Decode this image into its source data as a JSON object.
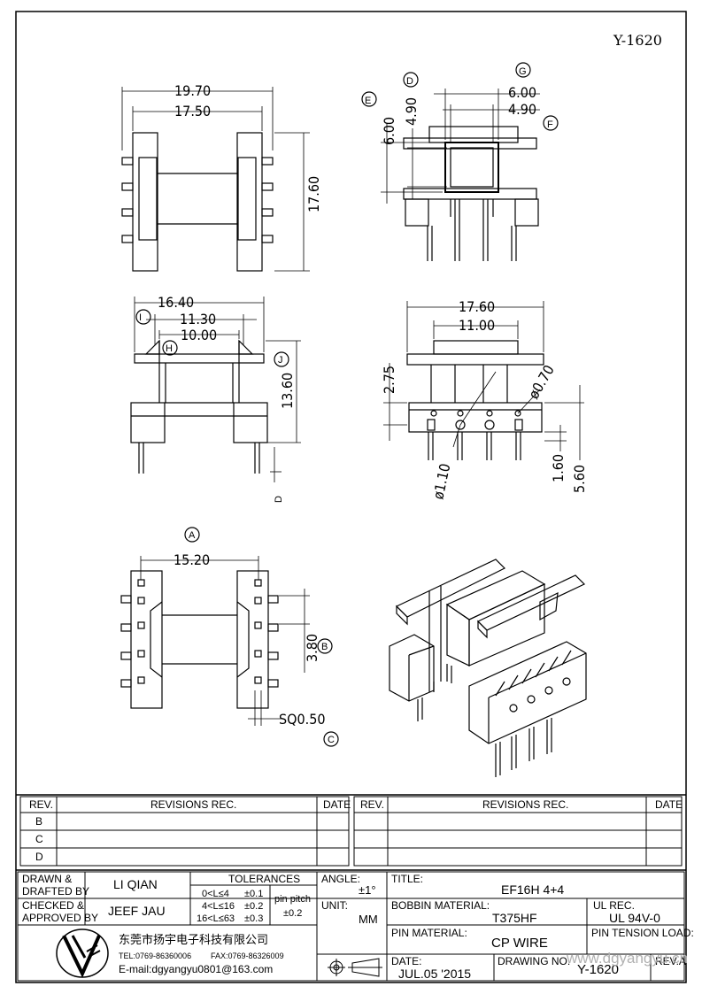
{
  "drawing_code_top": "Y-1620",
  "views": {
    "top": {
      "d1": "19.70",
      "d2": "17.50",
      "d3": "17.60"
    },
    "side": {
      "d1": "6.00",
      "d2": "4.90",
      "d3": "6.00",
      "d4": "4.90",
      "lbl_e": "E",
      "lbl_d": "D",
      "lbl_g": "G",
      "lbl_f": "F"
    },
    "front": {
      "d1": "16.40",
      "d2": "11.30",
      "d3": "10.00",
      "d4": "13.60",
      "lbl_i": "I",
      "lbl_h": "H",
      "lbl_j": "J",
      "lbl_d": "D"
    },
    "end": {
      "d1": "17.60",
      "d2": "11.00",
      "d3": "2.75",
      "d4": "ø0.70",
      "d5": "ø1.10",
      "d6": "1.60",
      "d7": "5.60"
    },
    "bottom": {
      "d1": "15.20",
      "d2": "3.80",
      "d3": "SQ0.50",
      "lbl_a": "A",
      "lbl_b": "B",
      "lbl_c": "C"
    }
  },
  "revisions": {
    "col_rev": "REV.",
    "col_rec": "REVISIONS   REC.",
    "col_date": "DATE",
    "rows": [
      "B",
      "C",
      "D"
    ]
  },
  "title_block": {
    "drawn_label": "DRAWN &",
    "drafted_label": "DRAFTED BY",
    "drawn_by": "LI QIAN",
    "checked_label": "CHECKED &",
    "approved_label": "APPROVED BY",
    "checked_by": "JEEF JAU",
    "tolerances_label": "TOLERANCES",
    "tol1": "0<L≤4",
    "tol1v": "±0.1",
    "tol2": "4<L≤16",
    "tol2v": "±0.2",
    "tol3": "16<L≤63",
    "tol3v": "±0.3",
    "pin_pitch_label": "pin pitch",
    "pin_pitch_value": "±0.2",
    "angle_label": "ANGLE:",
    "angle_value": "±1°",
    "unit_label": "UNIT:",
    "unit_value": "MM",
    "title_label": "TITLE:",
    "title_value": "EF16H  4+4",
    "bobbin_label": "BOBBIN MATERIAL:",
    "bobbin_value": "T375HF",
    "ul_label": "UL REC.",
    "ul_value": "UL 94V-0",
    "pin_mat_label": "PIN MATERIAL:",
    "pin_mat_value": "CP WIRE",
    "pin_tension_label": "PIN TENSION LOAD:",
    "date_label": "DATE:",
    "date_value": "JUL.05 '2015",
    "drawing_no_label": "DRAWING NO.",
    "drawing_no_value": "Y-1620",
    "rev_label": "REV.A",
    "company_cn": "东莞市扬宇电子科技有限公司",
    "tel": "TEL:0769-86360006",
    "fax": "FAX:0769-86326009",
    "email": "E-mail:dgyangyu0801@163.com",
    "watermark": "www.dgyangyu.cn"
  }
}
